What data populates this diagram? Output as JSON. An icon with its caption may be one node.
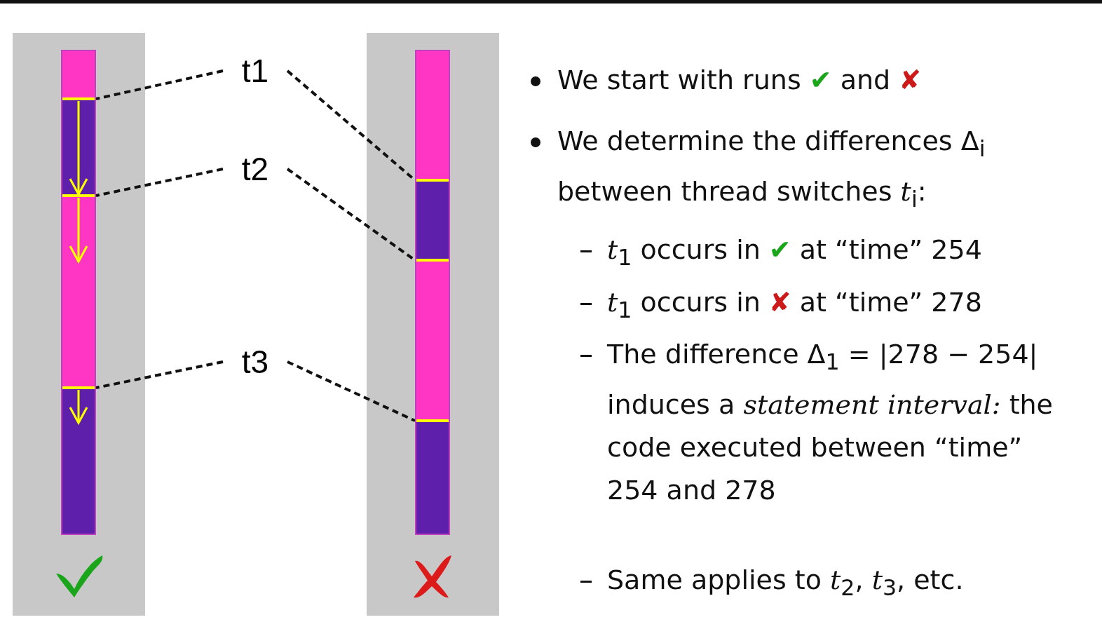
{
  "diagram": {
    "nodes": [
      {
        "text": [
          "t1"
        ]
      },
      {
        "text": [
          "t2"
        ]
      },
      {
        "text": [
          "t3"
        ]
      },
      {
        "text": [],
        "shape": "bar"
      },
      {
        "text": [],
        "shape": "bar"
      },
      {
        "text": [],
        "shape": "bar"
      },
      {
        "text": [],
        "shape": "bar"
      },
      {
        "text": [],
        "shape": "bar"
      },
      {
        "text": [],
        "shape": "bar"
      }
    ],
    "edges": [
      {
        "from": 0,
        "to": 3,
        "arrow": "none",
        "style": "dashed"
      },
      {
        "from": 0,
        "to": 6,
        "arrow": "none",
        "style": "dashed"
      },
      {
        "from": 1,
        "to": 4,
        "arrow": "none",
        "style": "dashed"
      },
      {
        "from": 1,
        "to": 7,
        "arrow": "none",
        "style": "dashed"
      },
      {
        "from": 2,
        "to": 5,
        "arrow": "none",
        "style": "dashed"
      },
      {
        "from": 2,
        "to": 8,
        "arrow": "none",
        "style": "dashed"
      },
      {
        "from": 3,
        "to": 4,
        "arrow": "to",
        "color": "#ffff00"
      },
      {
        "from": 4,
        "to": null,
        "arrow": "to",
        "color": "#ffff00"
      },
      {
        "from": 5,
        "to": null,
        "arrow": "to",
        "color": "#ffff00"
      }
    ],
    "labels": [
      "We start with runs ✔ and ✘",
      "We determine the differences Δ$_{i}$ between thread switches *t*$_{i}$:",
      "*t*$_{1}$ occurs in ✔ at “time” 254",
      "*t*$_{1}$ occurs in ✘ at “time” 278",
      "The difference Δ$_{1}$ = |278 − 254| induces a *statement interval:* the code executed between “time” 254 and 278",
      "Same applies to *t*$_{2}$, *t*$_{3}$, etc."
    ]
  }
}
